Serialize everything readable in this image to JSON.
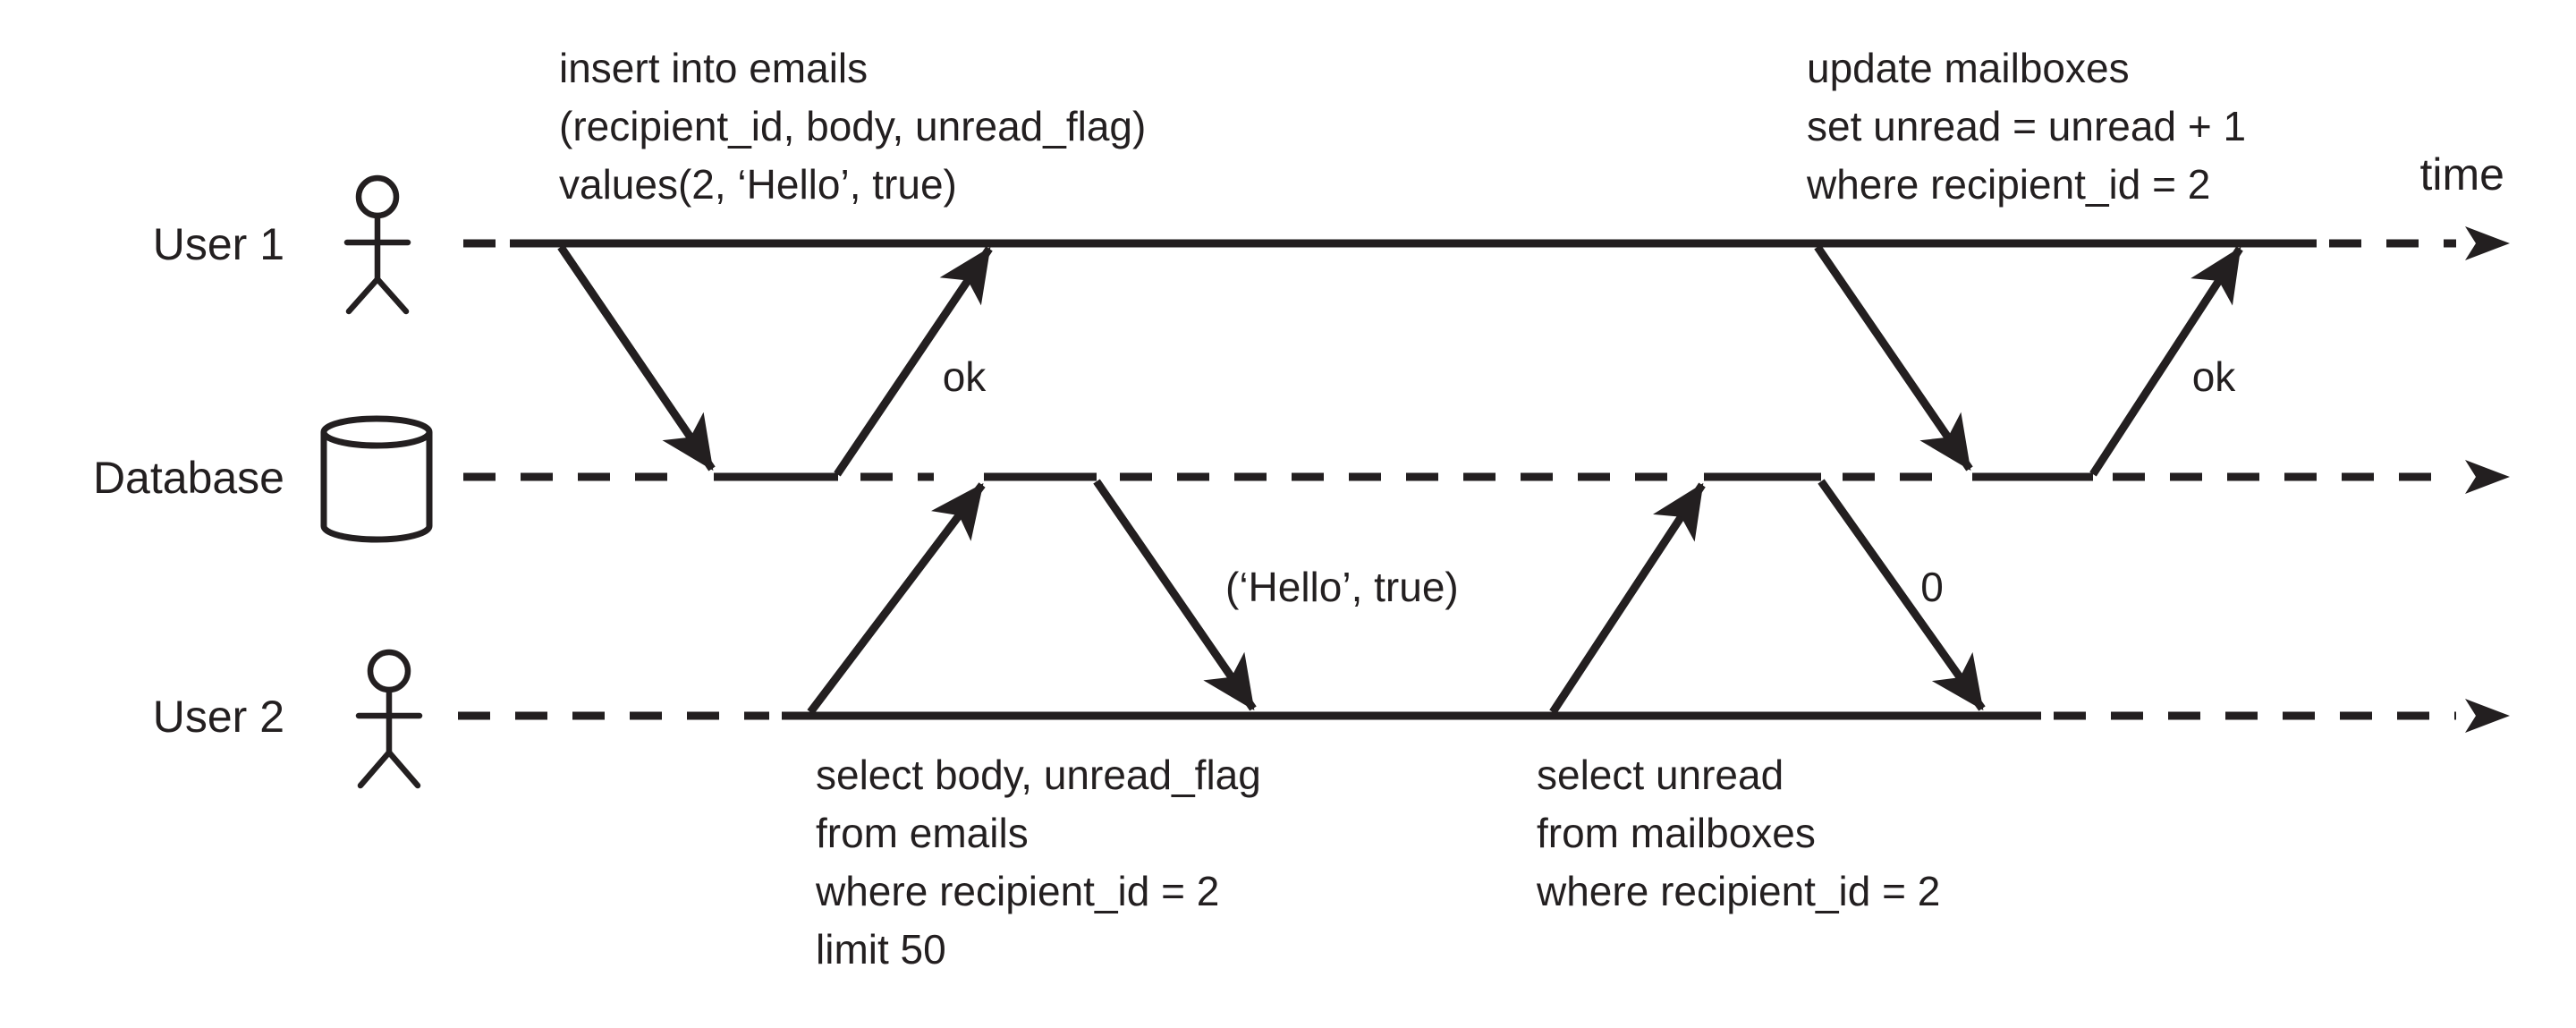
{
  "diagram": {
    "background": "#ffffff",
    "ink_color": "#231f20",
    "time_axis_label": "time",
    "actors": [
      {
        "label": "User 1",
        "icon": "person-icon"
      },
      {
        "label": "Database",
        "icon": "database-cylinder-icon"
      },
      {
        "label": "User 2",
        "icon": "person-icon"
      }
    ],
    "messages": {
      "insert_query_lines": [
        "insert into emails",
        "(recipient_id, body, unread_flag)",
        "values(2, ‘Hello’, true)"
      ],
      "insert_response": "ok",
      "select_emails_query_lines": [
        "select body, unread_flag",
        "from emails",
        "where recipient_id = 2",
        "limit 50"
      ],
      "select_emails_response": "(‘Hello’, true)",
      "select_mailboxes_query_lines": [
        "select unread",
        "from mailboxes",
        "where recipient_id = 2"
      ],
      "select_mailboxes_response": "0",
      "update_query_lines": [
        "update mailboxes",
        "set unread = unread + 1",
        "where recipient_id = 2"
      ],
      "update_response": "ok"
    }
  }
}
